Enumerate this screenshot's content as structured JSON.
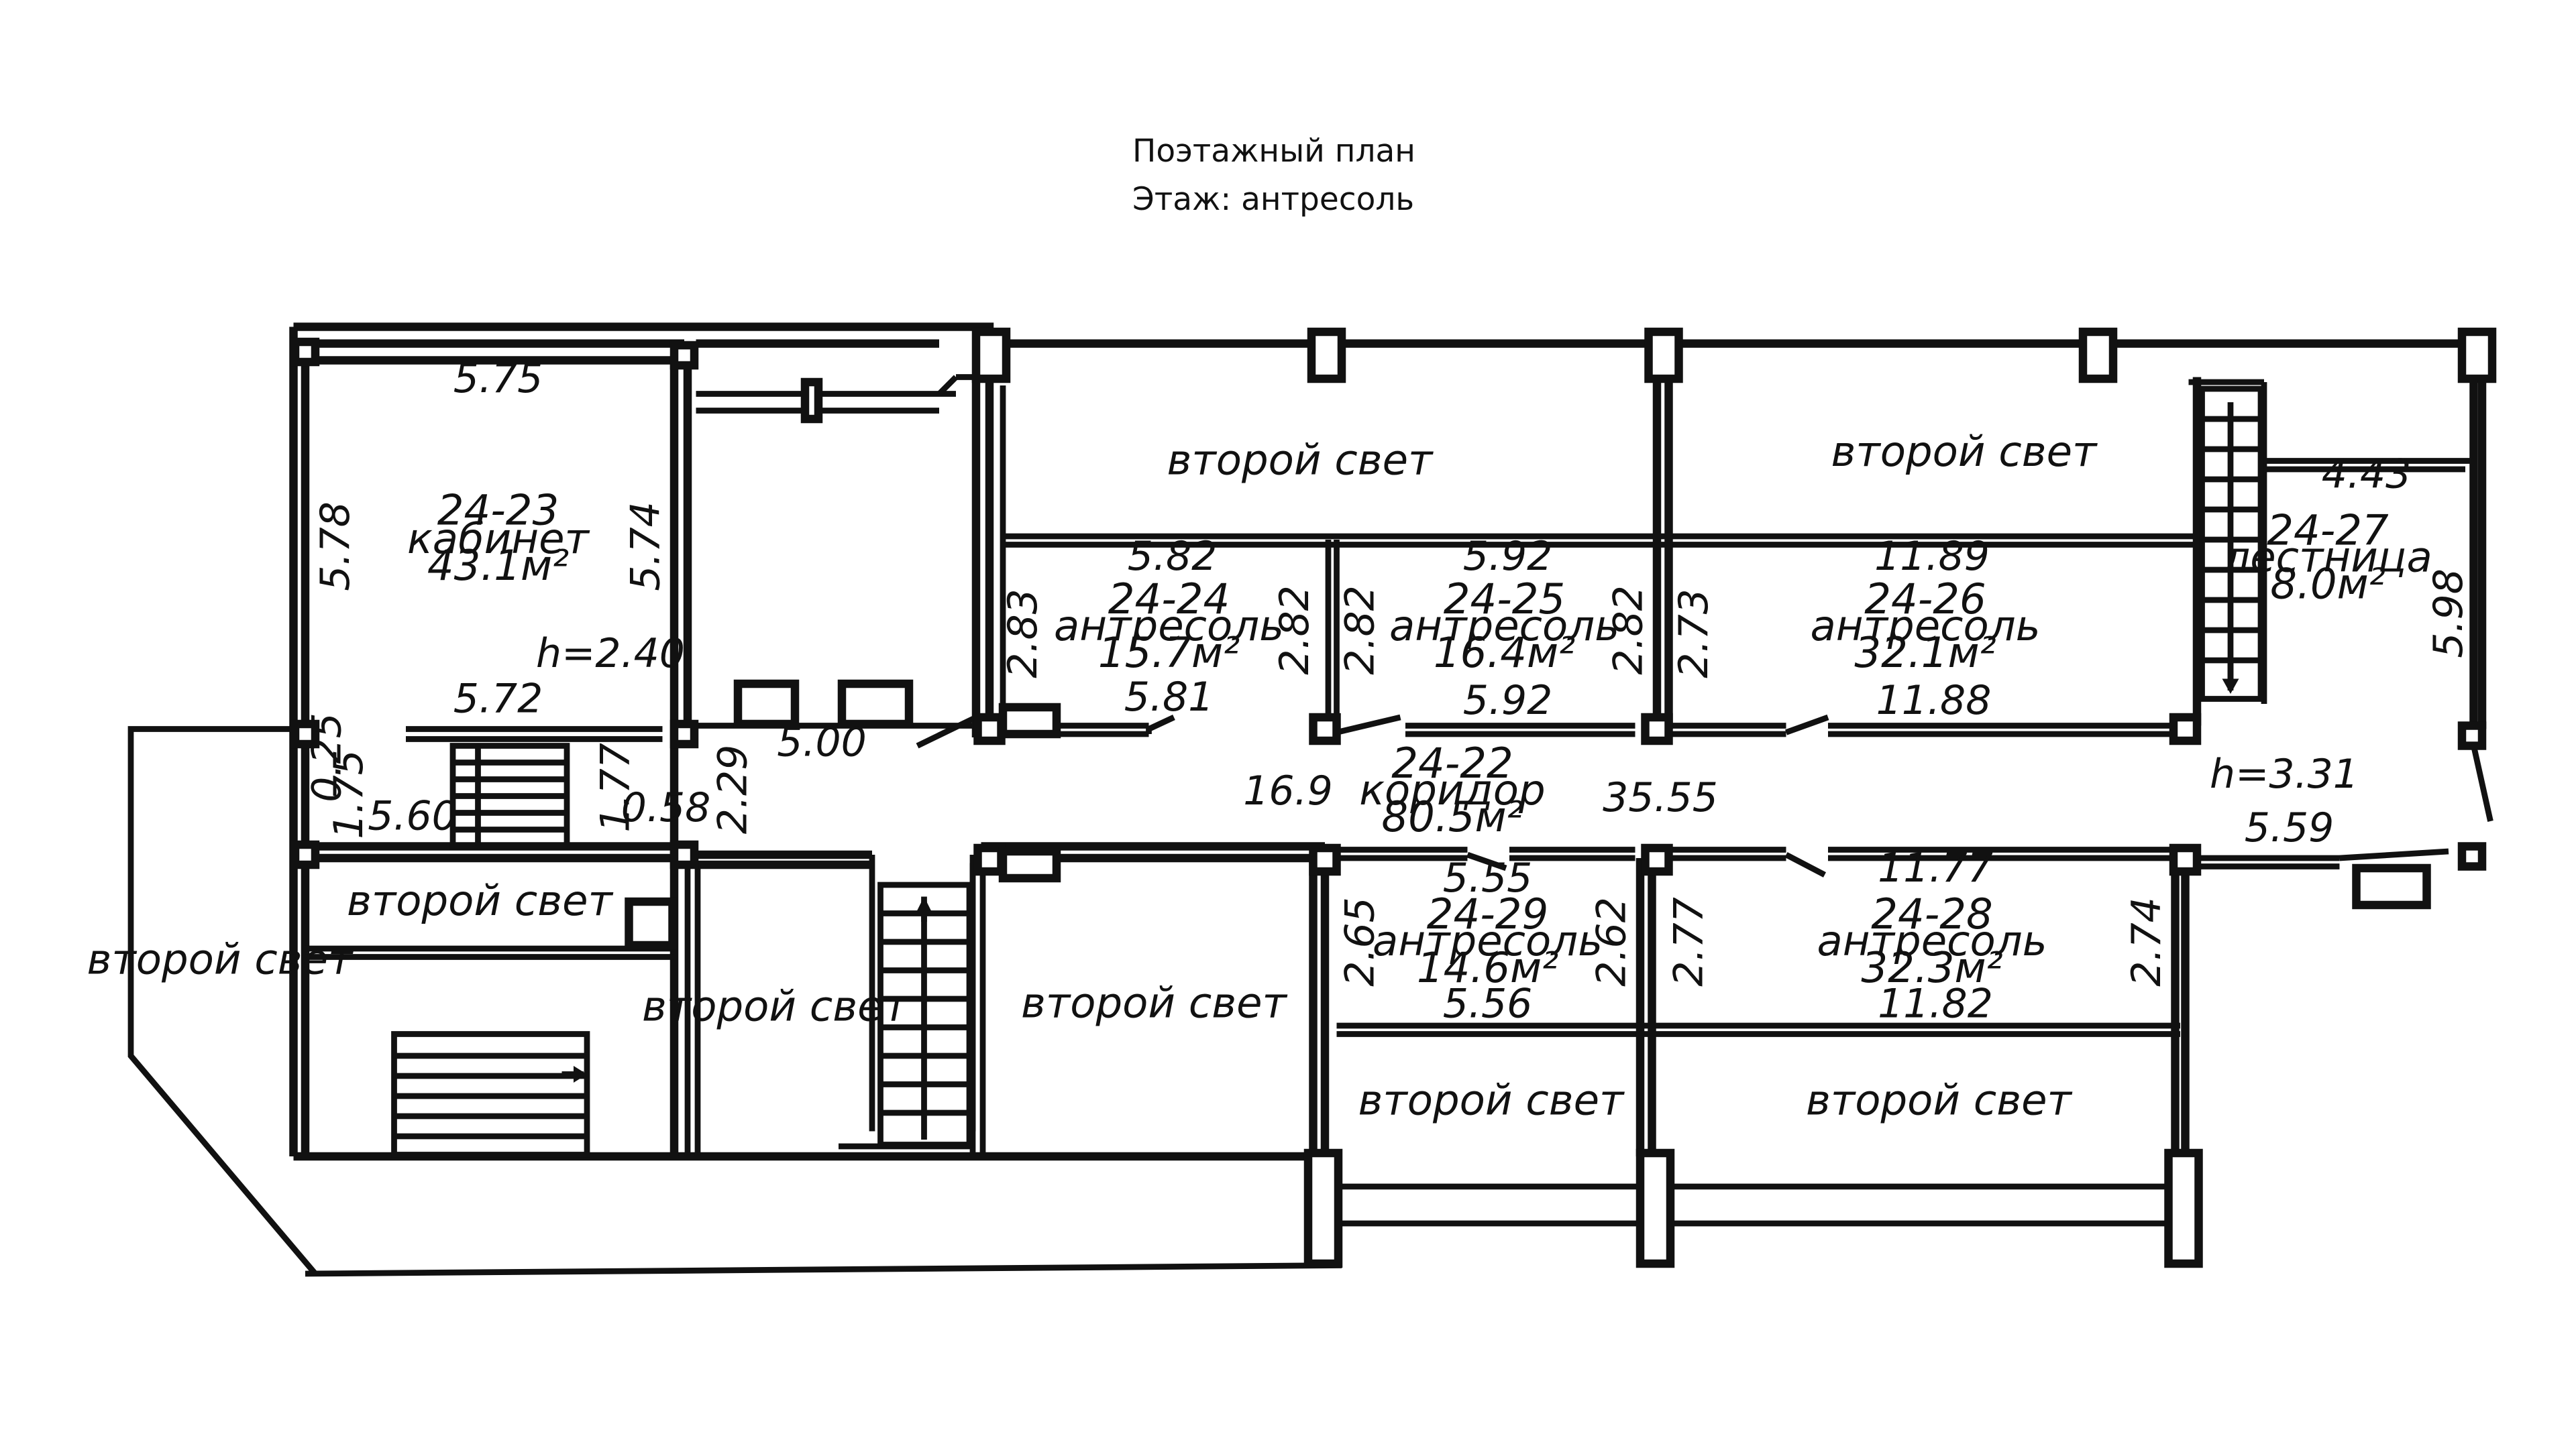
{
  "title": {
    "line1": "Поэтажный план",
    "line2": "Этаж: антресоль"
  },
  "rooms": [
    {
      "id": "r23",
      "number": "24-23",
      "name": "кабинет",
      "area": "43.1м²"
    },
    {
      "id": "r24",
      "number": "24-24",
      "name": "антресоль",
      "area": "15.7м²"
    },
    {
      "id": "r25",
      "number": "24-25",
      "name": "антресоль",
      "area": "16.4м²"
    },
    {
      "id": "r26",
      "number": "24-26",
      "name": "антресоль",
      "area": "32.1м²"
    },
    {
      "id": "r27",
      "number": "24-27",
      "name": "лестница",
      "area": "8.0м²"
    },
    {
      "id": "r22",
      "number": "24-22",
      "name": "коридор",
      "area": "80.5м²"
    },
    {
      "id": "r29",
      "number": "24-29",
      "name": "антресоль",
      "area": "14.6м²"
    },
    {
      "id": "r28",
      "number": "24-28",
      "name": "антресоль",
      "area": "32.3м²"
    }
  ],
  "second_light_label": "второй свет",
  "heights": {
    "cabinet": "h=2.40",
    "corridor": "h=3.31"
  },
  "dimensions": {
    "d575": "5.75",
    "d578": "5.78",
    "d574": "5.74",
    "d572": "5.72",
    "d025": "0.25",
    "d175": "1.75",
    "d560": "5.60",
    "d177": "1.77",
    "d058": "0.58",
    "d229": "2.29",
    "d500": "5.00",
    "d582": "5.82",
    "d283": "2.83",
    "d282a": "2.82",
    "d581": "5.81",
    "d592top": "5.92",
    "d282b": "2.82",
    "d282c": "2.82",
    "d592bot": "5.92",
    "d1189": "11.89",
    "d273": "2.73",
    "d1188": "11.88",
    "d443": "4.43",
    "d598": "5.98",
    "d169": "16.9",
    "d3555": "35.55",
    "d559": "5.59",
    "d555": "5.55",
    "d265": "2.65",
    "d262": "2.62",
    "d556": "5.56",
    "d1177": "11.77",
    "d277": "2.77",
    "d274": "2.74",
    "d1182": "11.82"
  }
}
